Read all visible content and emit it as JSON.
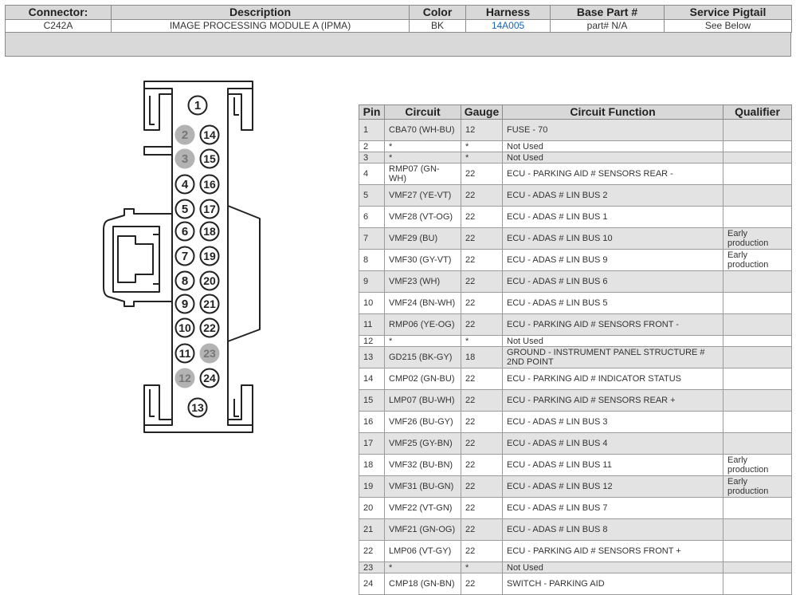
{
  "header": {
    "columns": [
      "Connector:",
      "Description",
      "Color",
      "Harness",
      "Base Part #",
      "Service Pigtail"
    ],
    "connector": "C242A",
    "description": "IMAGE PROCESSING MODULE A (IPMA)",
    "color": "BK",
    "harness": "14A005",
    "base_part": "part# N/A",
    "service_pigtail": "See Below"
  },
  "connector_pins": {
    "left": [
      "1",
      "2",
      "3",
      "4",
      "5",
      "6",
      "7",
      "8",
      "9",
      "10",
      "11",
      "12",
      "13"
    ],
    "right": [
      "14",
      "15",
      "16",
      "17",
      "18",
      "19",
      "20",
      "21",
      "22",
      "23",
      "24"
    ],
    "unused": [
      "2",
      "3",
      "12",
      "23"
    ]
  },
  "pin_table": {
    "columns": [
      "Pin",
      "Circuit",
      "Gauge",
      "Circuit Function",
      "Qualifier"
    ],
    "rows": [
      {
        "pin": "1",
        "circuit": "CBA70 (WH-BU)",
        "gauge": "12",
        "function": "FUSE - 70",
        "qualifier": ""
      },
      {
        "pin": "2",
        "circuit": "*",
        "gauge": "*",
        "function": "Not Used",
        "qualifier": ""
      },
      {
        "pin": "3",
        "circuit": "*",
        "gauge": "*",
        "function": "Not Used",
        "qualifier": ""
      },
      {
        "pin": "4",
        "circuit": "RMP07 (GN-WH)",
        "gauge": "22",
        "function": "ECU - PARKING AID # SENSORS REAR -",
        "qualifier": ""
      },
      {
        "pin": "5",
        "circuit": "VMF27 (YE-VT)",
        "gauge": "22",
        "function": "ECU - ADAS # LIN BUS 2",
        "qualifier": ""
      },
      {
        "pin": "6",
        "circuit": "VMF28 (VT-OG)",
        "gauge": "22",
        "function": "ECU - ADAS # LIN BUS 1",
        "qualifier": ""
      },
      {
        "pin": "7",
        "circuit": "VMF29 (BU)",
        "gauge": "22",
        "function": "ECU - ADAS # LIN BUS 10",
        "qualifier": "Early production"
      },
      {
        "pin": "8",
        "circuit": "VMF30 (GY-VT)",
        "gauge": "22",
        "function": "ECU - ADAS # LIN BUS 9",
        "qualifier": "Early production"
      },
      {
        "pin": "9",
        "circuit": "VMF23 (WH)",
        "gauge": "22",
        "function": "ECU - ADAS # LIN BUS 6",
        "qualifier": ""
      },
      {
        "pin": "10",
        "circuit": "VMF24 (BN-WH)",
        "gauge": "22",
        "function": "ECU - ADAS # LIN BUS 5",
        "qualifier": ""
      },
      {
        "pin": "11",
        "circuit": "RMP06 (YE-OG)",
        "gauge": "22",
        "function": "ECU - PARKING AID # SENSORS FRONT -",
        "qualifier": ""
      },
      {
        "pin": "12",
        "circuit": "*",
        "gauge": "*",
        "function": "Not Used",
        "qualifier": ""
      },
      {
        "pin": "13",
        "circuit": "GD215 (BK-GY)",
        "gauge": "18",
        "function": "GROUND - INSTRUMENT PANEL STRUCTURE # 2ND POINT",
        "qualifier": ""
      },
      {
        "pin": "14",
        "circuit": "CMP02 (GN-BU)",
        "gauge": "22",
        "function": "ECU - PARKING AID # INDICATOR STATUS",
        "qualifier": ""
      },
      {
        "pin": "15",
        "circuit": "LMP07 (BU-WH)",
        "gauge": "22",
        "function": "ECU - PARKING AID # SENSORS REAR +",
        "qualifier": ""
      },
      {
        "pin": "16",
        "circuit": "VMF26 (BU-GY)",
        "gauge": "22",
        "function": "ECU - ADAS # LIN BUS 3",
        "qualifier": ""
      },
      {
        "pin": "17",
        "circuit": "VMF25 (GY-BN)",
        "gauge": "22",
        "function": "ECU - ADAS # LIN BUS 4",
        "qualifier": ""
      },
      {
        "pin": "18",
        "circuit": "VMF32 (BU-BN)",
        "gauge": "22",
        "function": "ECU - ADAS # LIN BUS 11",
        "qualifier": "Early production"
      },
      {
        "pin": "19",
        "circuit": "VMF31 (BU-GN)",
        "gauge": "22",
        "function": "ECU - ADAS # LIN BUS 12",
        "qualifier": "Early production"
      },
      {
        "pin": "20",
        "circuit": "VMF22 (VT-GN)",
        "gauge": "22",
        "function": "ECU - ADAS # LIN BUS 7",
        "qualifier": ""
      },
      {
        "pin": "21",
        "circuit": "VMF21 (GN-OG)",
        "gauge": "22",
        "function": "ECU - ADAS # LIN BUS 8",
        "qualifier": ""
      },
      {
        "pin": "22",
        "circuit": "LMP06 (VT-GY)",
        "gauge": "22",
        "function": "ECU - PARKING AID # SENSORS FRONT +",
        "qualifier": ""
      },
      {
        "pin": "23",
        "circuit": "*",
        "gauge": "*",
        "function": "Not Used",
        "qualifier": ""
      },
      {
        "pin": "24",
        "circuit": "CMP18 (GN-BN)",
        "gauge": "22",
        "function": "SWITCH - PARKING AID",
        "qualifier": ""
      }
    ]
  }
}
